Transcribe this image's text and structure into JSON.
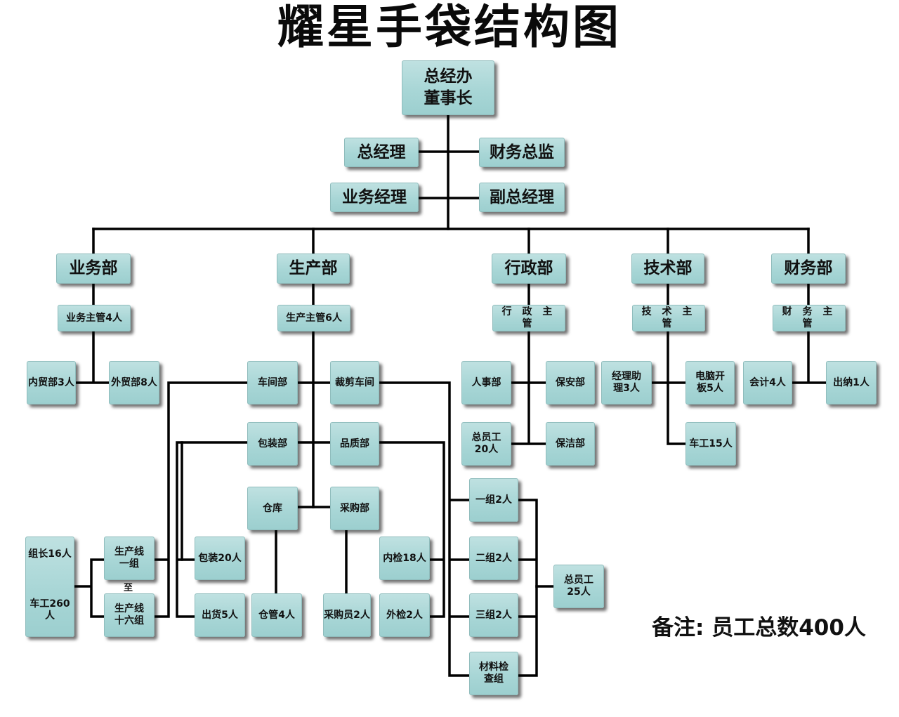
{
  "title": "耀星手袋结构图",
  "note": "备注: 员工总数400人",
  "top": {
    "line1": "总经办",
    "line2": "董事长"
  },
  "execs": {
    "gm": "总经理",
    "finance_director": "财务总监",
    "sales_manager": "业务经理",
    "deputy_gm": "副总经理"
  },
  "departments": {
    "sales": "业务部",
    "production": "生产部",
    "admin": "行政部",
    "tech": "技术部",
    "finance": "财务部"
  },
  "supervisors": {
    "sales": "业务主管4人",
    "production": "生产主管6人",
    "admin": "行 政 主 管",
    "tech": "技 术 主 管",
    "finance": "财 务 主 管"
  },
  "sales_units": {
    "domestic": "内贸部3人",
    "foreign": "外贸部8人"
  },
  "production_units": {
    "workshop": "车间部",
    "cutting": "裁剪车间",
    "packing_dept": "包装部",
    "quality": "品质部",
    "warehouse": "仓库",
    "purchasing": "采购部",
    "team_leader": "组长16人",
    "workers": "车工260人",
    "line_first": {
      "l1": "生产线",
      "l2": "一组"
    },
    "line_to": "至",
    "line_last": {
      "l1": "生产线",
      "l2": "十六组"
    },
    "packing": "包装20人",
    "shipping": "出货5人",
    "storekeeper": "仓管4人",
    "buyer": "采购员2人",
    "internal_qc": "内检18人",
    "external_qc": "外检2人",
    "group1": "一组2人",
    "group2": "二组2人",
    "group3": "三组2人",
    "material_check": {
      "l1": "材料检",
      "l2": "查组"
    },
    "total_staff": {
      "l1": "总员工",
      "l2": "25人"
    }
  },
  "admin_units": {
    "hr": "人事部",
    "security": "保安部",
    "total_staff": {
      "l1": "总员工",
      "l2": "20人"
    },
    "cleaning": "保洁部"
  },
  "tech_units": {
    "assistant": {
      "l1": "经理助",
      "l2": "理3人"
    },
    "computer": {
      "l1": "电脑开",
      "l2": "板5人"
    },
    "workers": "车工15人"
  },
  "finance_units": {
    "accountant": "会计4人",
    "cashier": "出纳1人"
  }
}
